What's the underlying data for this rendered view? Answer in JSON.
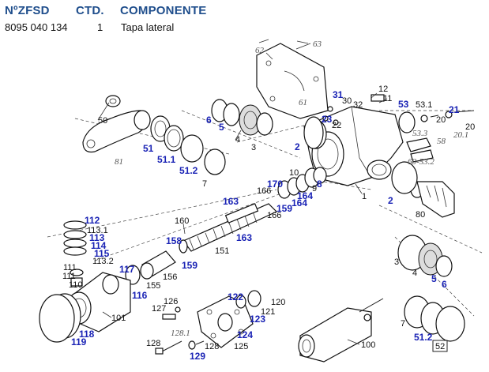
{
  "header": {
    "col_ref": "NºZFSD",
    "col_qty": "CTD.",
    "col_component": "COMPONENTE"
  },
  "row": {
    "ref": "8095 040 134",
    "qty": "1",
    "component": "Tapa lateral"
  },
  "callouts_blue": [
    "6",
    "5",
    "51",
    "51.1",
    "51.2",
    "31",
    "23",
    "53",
    "21",
    "2",
    "8",
    "170",
    "164",
    "164",
    "159",
    "163",
    "163",
    "158",
    "159",
    "112",
    "113",
    "114",
    "115",
    "117",
    "116",
    "118",
    "119",
    "122",
    "123",
    "124",
    "129",
    "5",
    "6",
    "51.2",
    "2"
  ],
  "callouts_black": [
    "50",
    "4",
    "3",
    "7",
    "62",
    "63",
    "61",
    "30",
    "32",
    "22",
    "12",
    "11",
    "53.1",
    "20",
    "20",
    "1",
    "10",
    "9",
    "166",
    "166",
    "160",
    "151",
    "113.1",
    "113.2",
    "111",
    "111",
    "110",
    "155",
    "156",
    "101",
    "126",
    "127",
    "128",
    "128",
    "125",
    "121",
    "120",
    "100",
    "80",
    "3",
    "4",
    "7",
    "52"
  ],
  "callouts_ref": [
    "81",
    "53.3",
    "60-53.2",
    "58",
    "20.1",
    "128.1",
    "62",
    "63"
  ]
}
